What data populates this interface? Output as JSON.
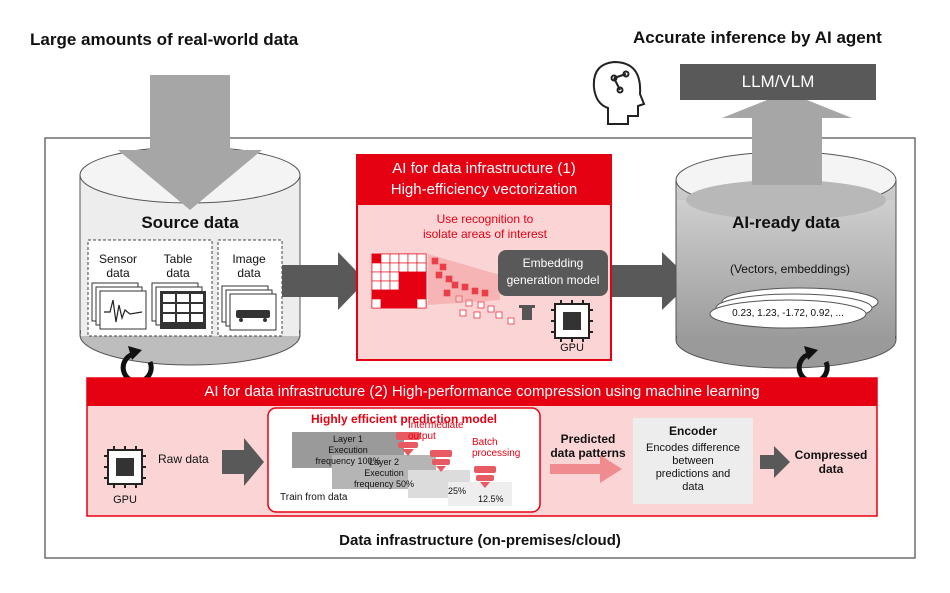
{
  "header": {
    "left_title": "Large amounts of real-world data",
    "right_title": "Accurate inference by AI agent",
    "llm_label": "LLM/VLM"
  },
  "source": {
    "title": "Source data",
    "sensor": "Sensor\ndata",
    "table": "Table\ndata",
    "image": "Image\ndata"
  },
  "vector_box": {
    "title_line1": "AI for data infrastructure (1)",
    "title_line2": "High-efficiency vectorization",
    "recognition_line1": "Use recognition to",
    "recognition_line2": "isolate areas of interest",
    "model_line1": "Embedding",
    "model_line2": "generation model",
    "gpu": "GPU"
  },
  "ai_ready": {
    "title": "AI-ready data",
    "subtitle": "(Vectors, embeddings)",
    "values": "0.23, 1.23, -1.72, 0.92, ..."
  },
  "compression": {
    "banner": "AI for data infrastructure (2) High-performance compression using machine learning",
    "gpu": "GPU",
    "raw_data": "Raw data",
    "model_title": "Highly efficient prediction model",
    "layer1": "Layer 1\nExecution\nfrequency 100%",
    "layer2": "Layer 2\nExecution\nfrequency 50%",
    "intermediate": "Intermediate\noutput",
    "batch": "Batch\nprocessing",
    "pct25": "25%",
    "pct125": "12.5%",
    "train": "Train from data",
    "predicted": "Predicted\ndata patterns",
    "encoder_title": "Encoder",
    "encoder_desc": "Encodes difference\nbetween\npredictions and\ndata",
    "compressed": "Compressed\ndata"
  },
  "footer": {
    "label": "Data infrastructure (on-premises/cloud)"
  },
  "colors": {
    "brand_red": "#e50012",
    "light_pink": "#fbd5d6",
    "dark_gray": "#595959",
    "arrow_gray": "#a6a6a6"
  }
}
